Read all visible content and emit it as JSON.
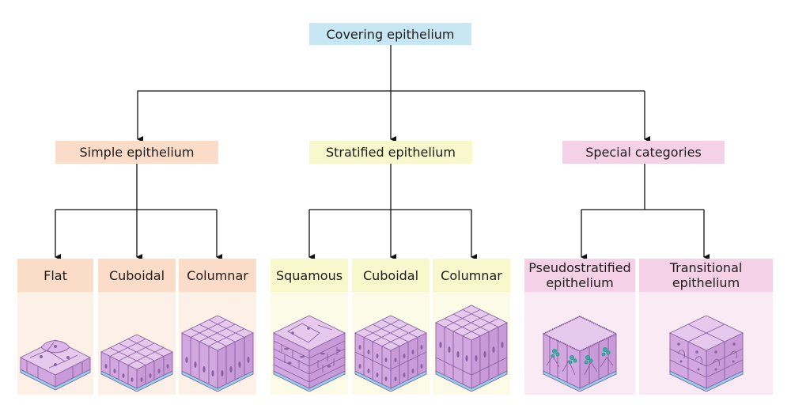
{
  "root": {
    "label": "Covering epithelium"
  },
  "categories": {
    "simple": {
      "label": "Simple epithelium",
      "color": "#fbdcc8"
    },
    "stratified": {
      "label": "Stratified epithelium",
      "color": "#f9f7cc"
    },
    "special": {
      "label": "Special categories",
      "color": "#f4d1e6"
    }
  },
  "leaves": {
    "flat": {
      "label": "Flat",
      "icon": "simple-flat-epithelium-icon"
    },
    "simple_cuboidal": {
      "label": "Cuboidal",
      "icon": "simple-cuboidal-epithelium-icon"
    },
    "simple_columnar": {
      "label": "Columnar",
      "icon": "simple-columnar-epithelium-icon"
    },
    "squamous": {
      "label": "Squamous",
      "icon": "stratified-squamous-epithelium-icon"
    },
    "strat_cuboidal": {
      "label": "Cuboidal",
      "icon": "stratified-cuboidal-epithelium-icon"
    },
    "strat_columnar": {
      "label": "Columnar",
      "icon": "stratified-columnar-epithelium-icon"
    },
    "pseudo": {
      "label": "Pseudostratified epithelium",
      "line1": "Pseudostratified",
      "line2": "epithelium",
      "icon": "pseudostratified-epithelium-icon"
    },
    "transitional": {
      "label": "Transitional epithelium",
      "line1": "Transitional",
      "line2": "epithelium",
      "icon": "transitional-epithelium-icon"
    }
  },
  "colors": {
    "root": "#c8e7f4",
    "cell_face": "#e7c9ee",
    "cell_side": "#d3a8e0",
    "cell_outline": "#8a62a4",
    "basement": "#8fd3ea"
  }
}
